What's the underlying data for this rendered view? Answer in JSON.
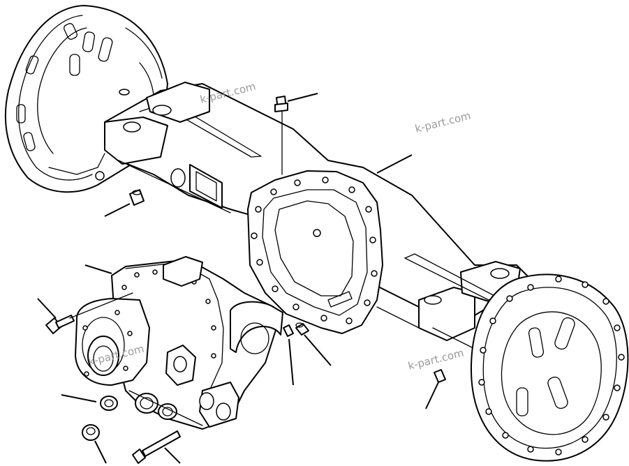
{
  "watermarks": [
    "k-part.com",
    "k-part.com",
    "k-part.com",
    "k-part.com"
  ],
  "parts": [
    {
      "id": "axle-housing",
      "icon": "axle-housing-drawing"
    },
    {
      "id": "differential-carrier",
      "icon": "carrier-drawing"
    },
    {
      "id": "breather-plug",
      "icon": "breather-drawing"
    },
    {
      "id": "drain-plug",
      "icon": "plug-drawing"
    },
    {
      "id": "dowel-pin",
      "icon": "pin-drawing"
    },
    {
      "id": "stud",
      "icon": "stud-drawing"
    },
    {
      "id": "carrier-bolt",
      "icon": "bolt-drawing"
    },
    {
      "id": "long-bolt",
      "icon": "bolt-drawing"
    },
    {
      "id": "washer-nut",
      "icon": "nut-drawing"
    },
    {
      "id": "plug-nut",
      "icon": "nut-drawing"
    },
    {
      "id": "filler-plug",
      "icon": "plug-drawing"
    }
  ]
}
